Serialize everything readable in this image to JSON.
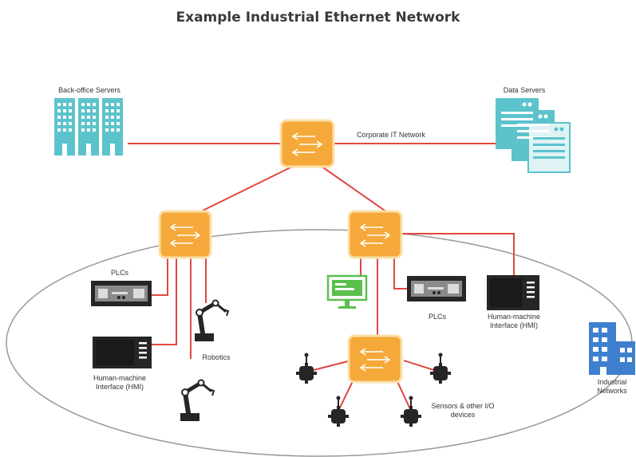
{
  "title": "Example Industrial Ethernet Network",
  "labels": {
    "back_office": "Back-office Servers",
    "data_servers": "Data Servers",
    "corporate_it": "Corporate IT Network",
    "plcs_left": "PLCs",
    "plcs_right": "PLCs",
    "robotics": "Robotics",
    "hmi_left_1": "Human-machine",
    "hmi_left_2": "Interface (HMI)",
    "hmi_right_1": "Human-machine",
    "hmi_right_2": "Interface (HMI)",
    "sensors_1": "Sensors & other I/O",
    "sensors_2": "devices",
    "industrial_1": "Industrial",
    "industrial_2": "Networks"
  },
  "colors": {
    "switch_fill": "#f5a93a",
    "switch_border": "#fbe0a8",
    "link_red": "#e0483e",
    "server_teal": "#5cc3cc",
    "building_blue": "#3f7fcf",
    "hmi_green": "#5bbf4e",
    "device_dark": "#262626",
    "ellipse_stroke": "#999999"
  },
  "icons": [
    "switch-icon",
    "server-building-icon",
    "data-server-icon",
    "plc-icon",
    "hmi-panel-icon",
    "robot-arm-icon",
    "sensor-icon",
    "monitor-icon",
    "office-building-icon"
  ]
}
